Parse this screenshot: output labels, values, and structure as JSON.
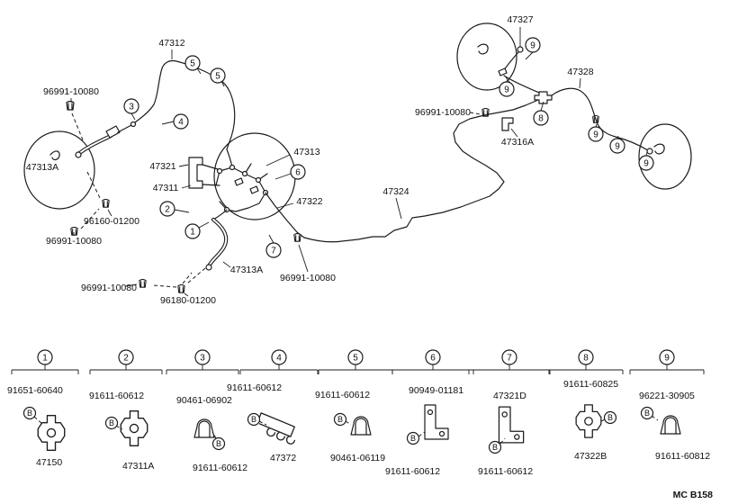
{
  "footer": {
    "code": "MC B158"
  },
  "badge": {
    "letter": "B"
  },
  "diagram": {
    "labels": [
      {
        "text": "47327"
      },
      {
        "text": "47312"
      },
      {
        "text": "47328"
      },
      {
        "text": "96991-10080"
      },
      {
        "text": "96991-10080"
      },
      {
        "text": "47316A"
      },
      {
        "text": "47313A"
      },
      {
        "text": "47321"
      },
      {
        "text": "47313"
      },
      {
        "text": "47311"
      },
      {
        "text": "47322"
      },
      {
        "text": "47324"
      },
      {
        "text": "96160-01200"
      },
      {
        "text": "96991-10080"
      },
      {
        "text": "47313A"
      },
      {
        "text": "96991-10080"
      },
      {
        "text": "96991-10080"
      },
      {
        "text": "96180-01200"
      }
    ],
    "callouts": [
      {
        "num": "5"
      },
      {
        "num": "5"
      },
      {
        "num": "3"
      },
      {
        "num": "4"
      },
      {
        "num": "6"
      },
      {
        "num": "2"
      },
      {
        "num": "1"
      },
      {
        "num": "7"
      },
      {
        "num": "9"
      },
      {
        "num": "9"
      },
      {
        "num": "8"
      },
      {
        "num": "9"
      },
      {
        "num": "9"
      },
      {
        "num": "9"
      }
    ]
  },
  "legend": {
    "items": [
      {
        "num": "1",
        "part_top": "91651-60640",
        "part_bottom": "47150"
      },
      {
        "num": "2",
        "part_top": "91611-60612",
        "part_bottom": "47311A"
      },
      {
        "num": "3",
        "part_top": "90461-06902",
        "part_bottom": "91611-60612"
      },
      {
        "num": "4",
        "part_top": "91611-60612",
        "part_bottom": "47372"
      },
      {
        "num": "5",
        "part_top": "91611-60612",
        "part_bottom": "90461-06119"
      },
      {
        "num": "6",
        "part_top": "90949-01181",
        "part_bottom": "91611-60612"
      },
      {
        "num": "7",
        "part_top": "47321D",
        "part_bottom": "91611-60612"
      },
      {
        "num": "8",
        "part_top": "91611-60825",
        "part_bottom": "47322B"
      },
      {
        "num": "9",
        "part_top": "96221-30905",
        "part_bottom": "91611-60812"
      }
    ]
  }
}
